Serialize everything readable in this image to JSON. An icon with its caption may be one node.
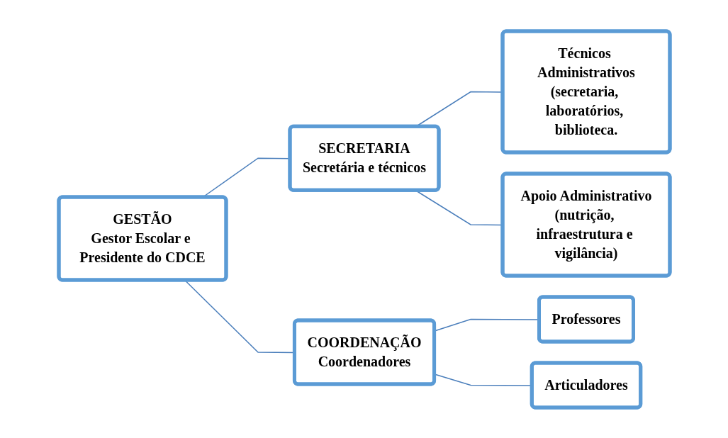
{
  "diagram": {
    "nodes": [
      {
        "text": [
          "GESTÃO",
          "Gestor Escolar e Presidente do CDCE"
        ]
      },
      {
        "text": [
          "SECRETARIA",
          "Secretária e técnicos"
        ]
      },
      {
        "text": [
          "COORDENAÇÃO",
          "Coordenadores"
        ]
      },
      {
        "text": [
          "Técnicos Administrativos",
          "(secretaria, laboratórios, biblioteca."
        ]
      },
      {
        "text": [
          "Apoio Administrativo",
          "(nutrição, infraestrutura e vigilância)"
        ]
      },
      {
        "text": [
          "Professores"
        ]
      },
      {
        "text": [
          "Articuladores"
        ]
      }
    ],
    "edges": [
      {
        "from": 0,
        "to": 1,
        "arrow": "none"
      },
      {
        "from": 0,
        "to": 2,
        "arrow": "none"
      },
      {
        "from": 1,
        "to": 3,
        "arrow": "none"
      },
      {
        "from": 1,
        "to": 4,
        "arrow": "none"
      },
      {
        "from": 2,
        "to": 5,
        "arrow": "none"
      },
      {
        "from": 2,
        "to": 6,
        "arrow": "none"
      }
    ]
  }
}
